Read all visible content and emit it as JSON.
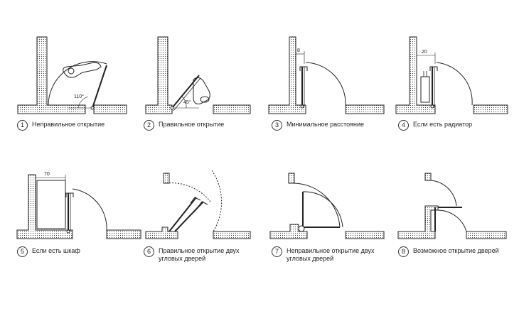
{
  "captions": [
    {
      "num": "1",
      "text": "Неправильное открытие"
    },
    {
      "num": "2",
      "text": "Правильное открытие"
    },
    {
      "num": "3",
      "text": "Минимальное расстояние"
    },
    {
      "num": "4",
      "text": "Если есть радиатор"
    },
    {
      "num": "5",
      "text": "Если есть шкаф"
    },
    {
      "num": "6",
      "text": "Правильное открытие двух угловых дверей"
    },
    {
      "num": "7",
      "text": "Неправильное открытие двух угловых дверей"
    },
    {
      "num": "8",
      "text": "Возможное открытие дверей"
    }
  ],
  "dimensions": {
    "angle_1": "110°",
    "angle_2": "45°",
    "gap_3": "8",
    "gap_4": "20",
    "gap_5": "70"
  }
}
